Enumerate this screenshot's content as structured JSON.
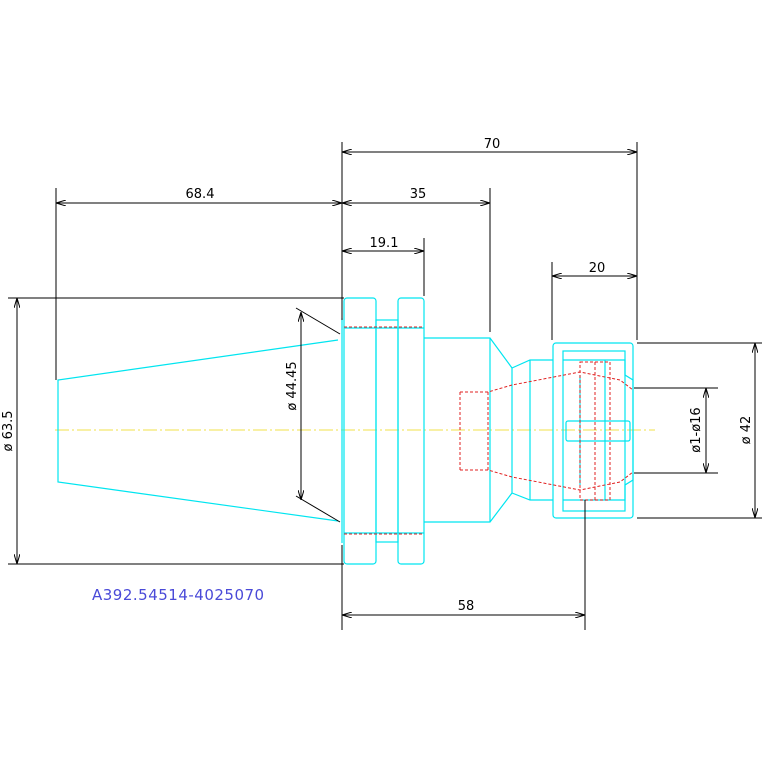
{
  "drawing": {
    "part_number": "A392.54514-4025070",
    "colors": {
      "outline": "#00e5f0",
      "hidden_lines": "#e02020",
      "centerline": "#f2e24a",
      "dimensions": "#000000",
      "part_number": "#4a4ad8"
    },
    "dimensions": {
      "overall_length": "70",
      "taper_length": "68.4",
      "neck_length": "35",
      "flange_width": "19.1",
      "nut_length": "20",
      "gauge_length": "58",
      "flange_diameter": "ø 63.5",
      "taper_diameter": "ø 44.45",
      "clamping_range": "ø1-ø16",
      "nose_diameter": "ø 42"
    }
  }
}
